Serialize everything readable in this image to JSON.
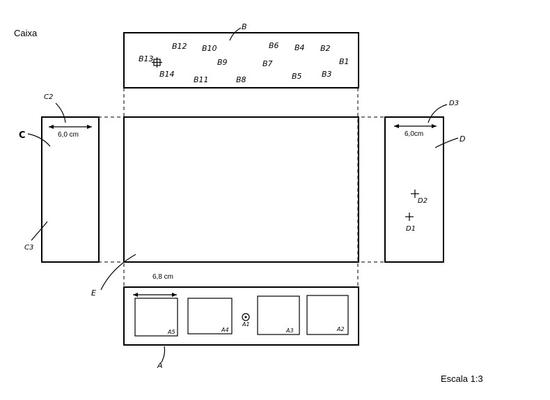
{
  "title": "Caixa",
  "scale": "Escala 1:3",
  "panels": {
    "top": {
      "label": "B",
      "markers": [
        "B12",
        "B10",
        "B6",
        "B4",
        "B2",
        "B13",
        "B9",
        "B7",
        "B1",
        "B14",
        "B11",
        "B8",
        "B5",
        "B3"
      ]
    },
    "left": {
      "label": "C",
      "markers": [
        "C2",
        "C3"
      ],
      "dimension": "6,0 cm"
    },
    "right": {
      "label": "D",
      "markers": [
        "D3",
        "D2",
        "D1"
      ],
      "dimension": "6,0cm"
    },
    "center": {
      "label": "E"
    },
    "bottom": {
      "label": "A",
      "dimension": "6,8 cm",
      "markers": [
        "A5",
        "A4",
        "A1",
        "A3",
        "A2"
      ]
    }
  }
}
